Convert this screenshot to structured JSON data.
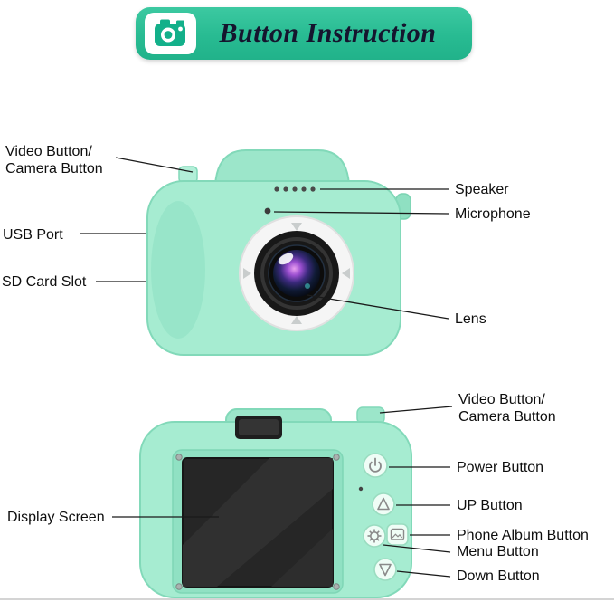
{
  "header": {
    "title": "Button Instruction",
    "icon": "camera-icon",
    "banner_green": "#28bb92",
    "icon_teal": "#13b08a"
  },
  "front_view": {
    "labels": {
      "video_camera": {
        "line1": "Video Button/",
        "line2": "Camera Button"
      },
      "usb_port": "USB Port",
      "sd_card_slot": "SD Card Slot",
      "speaker": "Speaker",
      "microphone": "Microphone",
      "lens": "Lens"
    }
  },
  "back_view": {
    "labels": {
      "video_camera": {
        "line1": "Video Button/",
        "line2": "Camera Button"
      },
      "display_screen": "Display Screen",
      "power_button": "Power Button",
      "up_button": "UP Button",
      "phone_album_button": "Phone Album Button",
      "menu_button": "Menu Button",
      "down_button": "Down Button"
    }
  },
  "colors": {
    "camera_body": "#a6ecd1",
    "camera_shade": "#93e3c6",
    "camera_outline": "#82d9b9",
    "screen_dark": "#262626"
  }
}
